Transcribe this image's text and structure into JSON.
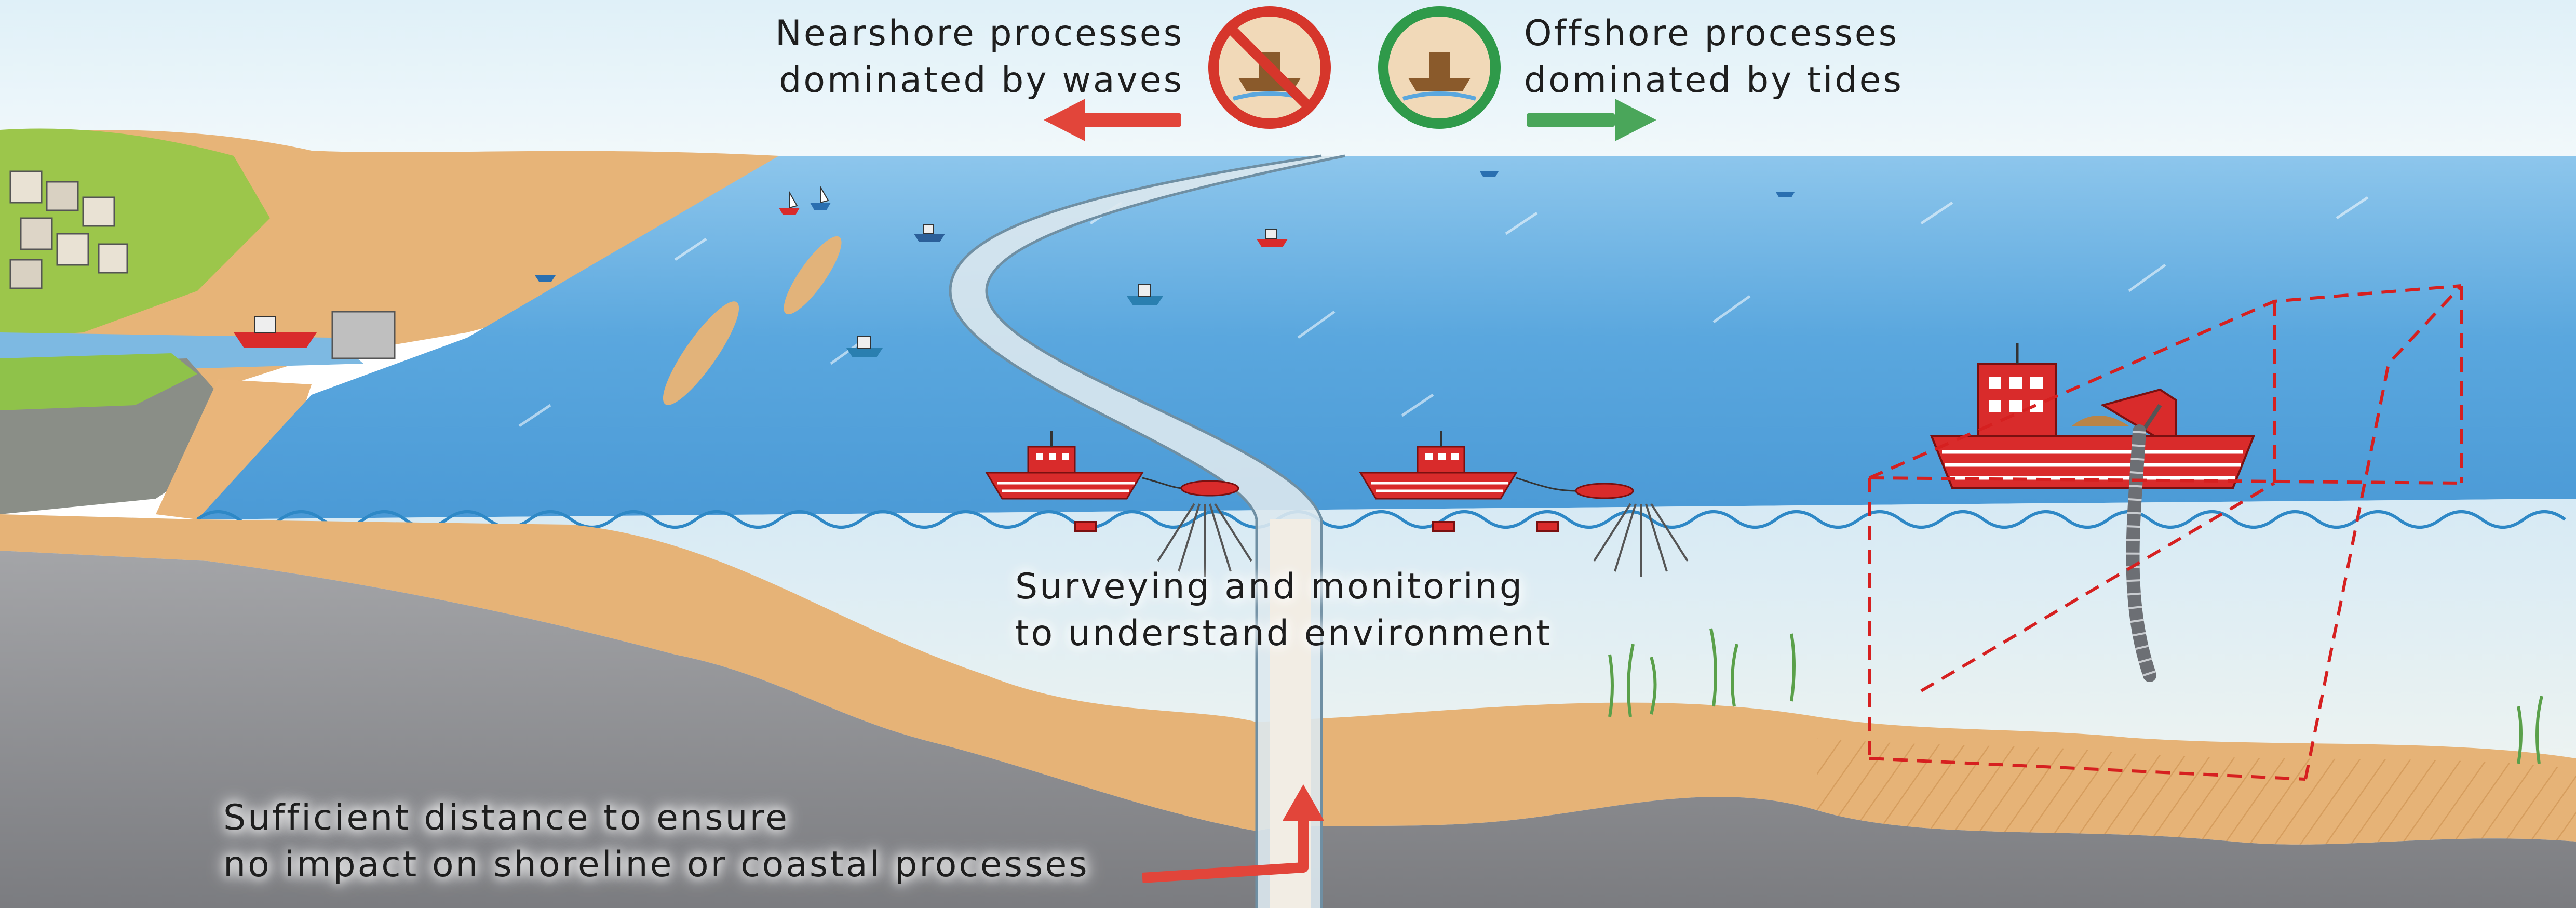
{
  "labels": {
    "nearshore": [
      "Nearshore processes",
      "dominated by waves"
    ],
    "offshore": [
      "Offshore processes",
      "dominated by tides"
    ],
    "survey": [
      "Surveying and monitoring",
      "to understand environment"
    ],
    "distance": [
      "Sufficient distance to ensure",
      "no impact on shoreline or coastal processes"
    ]
  },
  "colors": {
    "sky": "#e8f3f8",
    "sea": "#5aa7de",
    "sea_dark": "#3d8fcf",
    "sand": "#e6b377",
    "sand_dark": "#d39858",
    "seabed_rock": "#8e8f92",
    "ship_red": "#d92b2b",
    "arrow_red": "#e2453a",
    "arrow_green": "#4aa65a",
    "prohibit_red": "#d6362b",
    "permit_green": "#2f9a4a",
    "survey_box": "#d62020"
  },
  "icons": {
    "nearshore_badge": "prohibited-dredging-icon",
    "offshore_badge": "permitted-dredging-icon"
  }
}
